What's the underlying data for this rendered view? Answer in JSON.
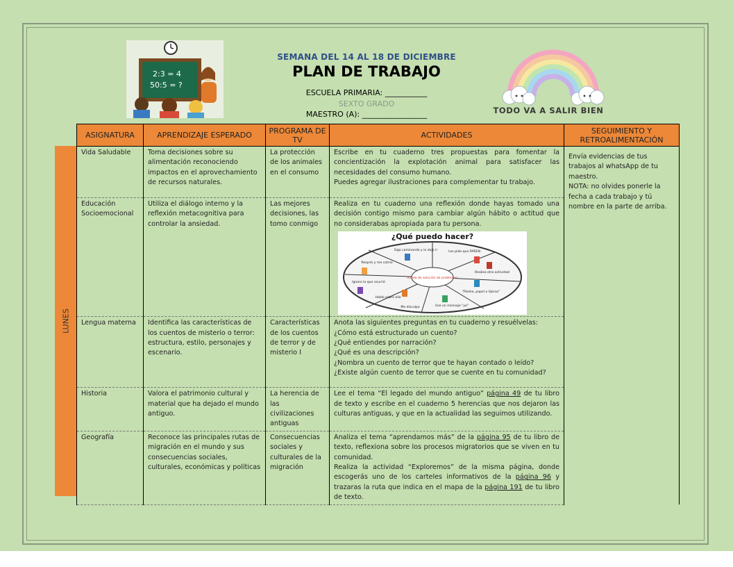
{
  "header": {
    "week": "SEMANA DEL 14 AL 18 DE DICIEMBRE",
    "title": "PLAN DE TRABAJO",
    "school": "ESCUELA PRIMARIA: ___________",
    "grade": "SEXTO GRADO",
    "teacher": "MAESTRO (A): _________________",
    "slogan": "TODO VA A SALIR BIEN",
    "board_line1": "2:3 = 4",
    "board_line2": "50:5 = ?"
  },
  "day": "LUNES",
  "columns": {
    "subject": "ASIGNATURA",
    "learning": "APRENDIZAJE ESPERADO",
    "tv": "PROGRAMA DE TV",
    "activities": "ACTIVIDADES",
    "followup": "SEGUIMIENTO Y RETROALIMENTACIÓN"
  },
  "followup": {
    "text1": "Envía evidencias de tus trabajos al whatsApp de tu maestro.",
    "text2": "NOTA: no olvides ponerle la fecha a cada trabajo y tú nombre en la parte de arriba."
  },
  "rows": [
    {
      "subject": "Vida Saludable",
      "learning": "Toma decisiones sobre su alimentación reconociendo impactos en el aprovechamiento de recursos naturales.",
      "tv": "La protección de los animales en el consumo",
      "activity_1": "Escribe en tu cuaderno tres propuestas para fomentar la concientización la explotación animal para satisfacer las necesidades del consumo humano.",
      "activity_2": "Puedes agregar ilustraciones para complementar tu trabajo."
    },
    {
      "subject": "Educación Socioemocional",
      "learning": "Utiliza el diálogo interno y la reflexión metacognitiva para controlar la ansiedad.",
      "tv": "Las mejores decisiones, las tomo conmigo",
      "activity_1": "Realiza en tu cuaderno una reflexión donde hayas tomado una decisión contigo mismo para cambiar algún hábito o actitud que no considerabas apropiada para tu persona."
    },
    {
      "subject": "Lengua materna",
      "learning": "Identifica las características de los cuentos de misterio o terror: estructura, estilo, personajes y escenario.",
      "tv": "Características de los cuentos de terror y de misterio I",
      "activity_1": "Anota las siguientes preguntas en tu cuaderno y resuélvelas:",
      "q1": "¿Cómo está estructurado un cuento?",
      "q2": "¿Qué entiendes por narración?",
      "q3": "¿Qué es una descripción?",
      "q4": "¿Nombra un cuento de terror que te hayan contado o leído?",
      "q5": "¿Existe algún cuento de terror que se cuente en tu comunidad?"
    },
    {
      "subject": "Historia",
      "learning": "Valora el patrimonio cultural y material que ha dejado el mundo antiguo.",
      "tv": "La herencia de las civilizaciones antiguas",
      "a_pre": "Lee el tema “El legado del mundo antiguo” ",
      "a_link": "página 49",
      "a_post": " de tu libro de texto y escribe en el cuaderno 5 herencias que nos dejaron las culturas antiguas, y que en la actualidad las seguimos utilizando."
    },
    {
      "subject": "Geografía",
      "learning": "Reconoce las principales rutas de migración en el mundo y sus consecuencias sociales, culturales, económicas y políticas",
      "tv": "Consecuencias sociales y culturales de la migración",
      "p1_pre": "Analiza el tema “aprendamos más” de la ",
      "p1_link": "página 95",
      "p1_post": " de tu libro de texto, reflexiona sobre los procesos migratorios que se viven en tu comunidad.",
      "p2_pre": "Realiza la actividad “Exploremos” de la misma página, donde escogerás uno de los carteles informativos de la ",
      "p2_link1": "página 96",
      "p2_mid": " y trazaras la ruta que indica en el mapa de la ",
      "p2_link2": "página 191",
      "p2_post": " de tu libro de texto."
    }
  ],
  "wheel": {
    "title": "¿Qué puedo hacer?",
    "center": "Rueda de solución de problemas",
    "options": [
      "Sigo caminando y lo dejo ir",
      "Les pido que PAREN",
      "Respiro y me calmo",
      "Ignoro lo que ocurrió",
      "Hablo sobre ello",
      "Me disculpo",
      "Uso un mensaje \"yo\"",
      "\"Piedra, papel o tijeras\"",
      "Realizo otra actividad"
    ]
  },
  "colors": {
    "background": "#c5dfb0",
    "header_orange": "#ec8838",
    "title_blue": "#2e4f8a"
  }
}
